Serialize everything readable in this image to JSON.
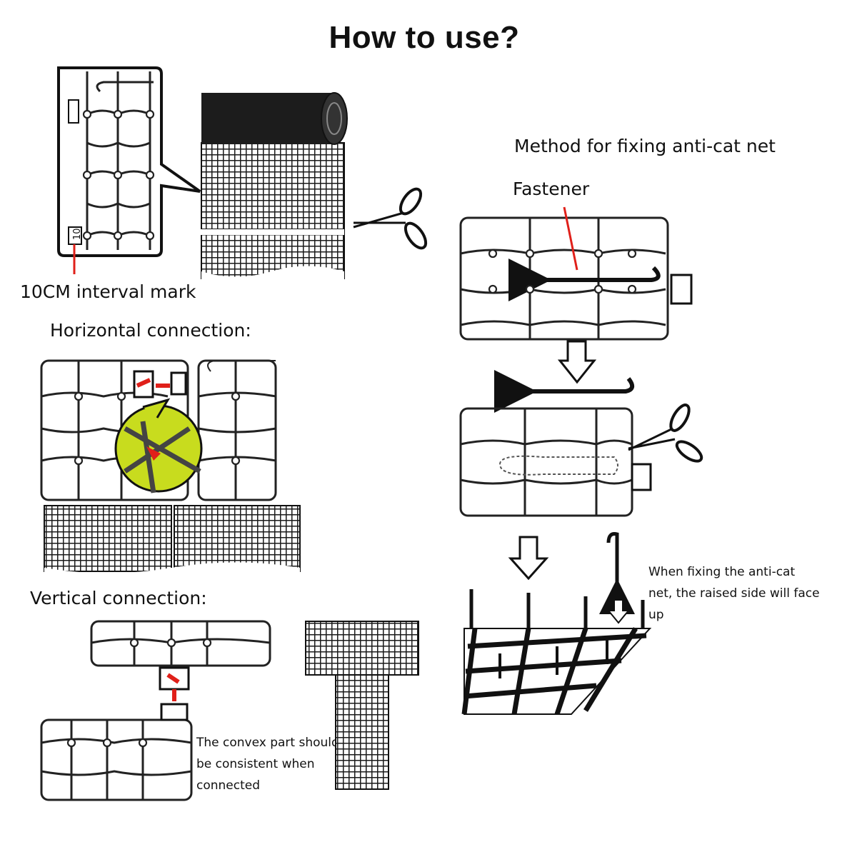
{
  "title": "How to use?",
  "labels": {
    "interval_mark": "10CM interval mark",
    "method": "Method for fixing anti-cat net",
    "fastener": "Fastener",
    "horizontal": "Horizontal connection:",
    "vertical": "Vertical connection:",
    "tag_text": "10"
  },
  "notes": {
    "raised_side": "When fixing the anti-cat net, the raised side will face up",
    "convex_part": "The convex part should be consistent when connected"
  },
  "colors": {
    "accent_red": "#e0201a",
    "magnifier_green": "#c8dc1e",
    "roll_dark": "#1c1c1c",
    "line": "#222222"
  }
}
